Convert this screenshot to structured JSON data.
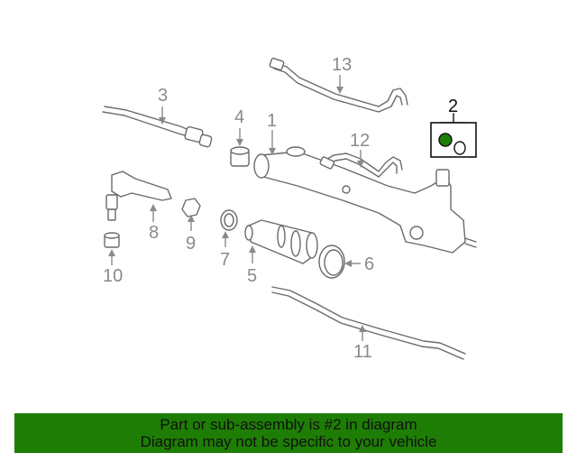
{
  "colors": {
    "banner_bg": "#1e7d05",
    "highlight": "#1e7d05",
    "line": "#6a6a6a",
    "callout": "#8a8a8a"
  },
  "callouts": {
    "c1": "1",
    "c2": "2",
    "c3": "3",
    "c4": "4",
    "c5": "5",
    "c6": "6",
    "c7": "7",
    "c8": "8",
    "c9": "9",
    "c10": "10",
    "c11": "11",
    "c12": "12",
    "c13": "13"
  },
  "banner": {
    "line1": "Part or sub-assembly is #2 in diagram",
    "line2": "Diagram may not be specific to your vehicle"
  }
}
